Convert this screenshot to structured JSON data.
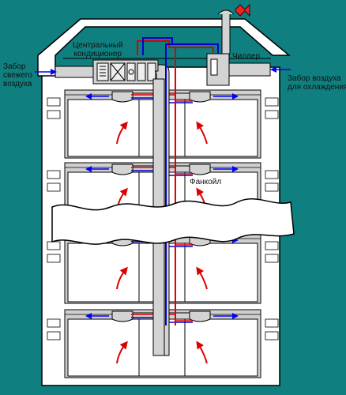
{
  "labels": {
    "intake_fresh": [
      "Забор",
      "свежего",
      "воздуха"
    ],
    "central_ac": [
      "Центральный",
      "кондиционер"
    ],
    "chiller": "Чиллер",
    "intake_cooling": [
      "Забор воздуха",
      "для охлаждения"
    ],
    "fancoil": "Фанкойл"
  },
  "icons": {
    "inflow_arrow": "blue-arrow-icon",
    "outflow_arrow": "blue-arrow-icon",
    "supply_arrow": "red-arrow-icon",
    "warm_air": "red-curved-arrow-icon",
    "fan": "red-fan-icon"
  },
  "colors": {
    "background": "#0f7f7f",
    "building_fill": "#ffffff",
    "outline": "#000000",
    "floor_fill": "#cfcfcf",
    "duct": "#d3d3d3",
    "hot_pipe": "#e00000",
    "cold_pipe": "#0000cc",
    "air_arrow": "#0000ff",
    "heat_arrow": "#dd0000"
  }
}
